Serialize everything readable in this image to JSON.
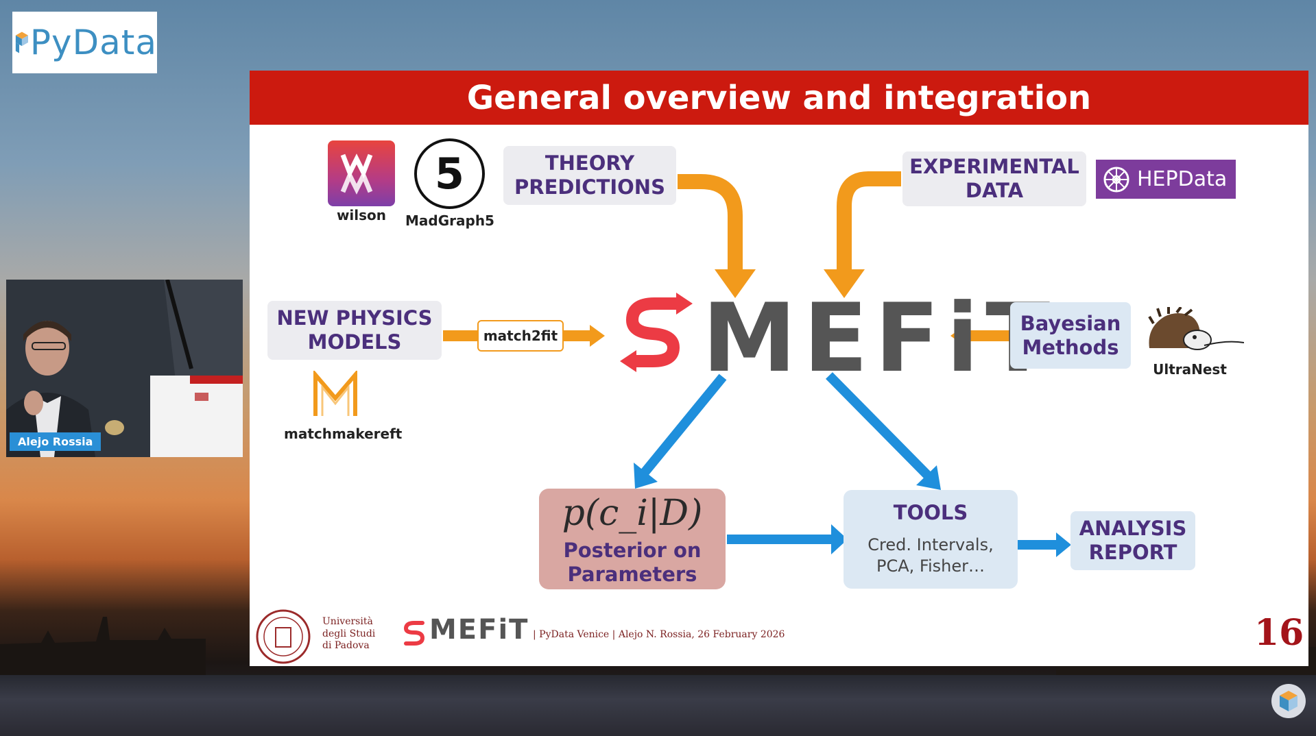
{
  "branding": {
    "pydata_logo_text": "PyData"
  },
  "webcam": {
    "speaker_name": "Alejo Rossia"
  },
  "slide": {
    "title": "General overview and integration",
    "boxes": {
      "theory_predictions": [
        "THEORY",
        "PREDICTIONS"
      ],
      "experimental_data": [
        "EXPERIMENTAL",
        "DATA"
      ],
      "new_physics_models": [
        "NEW PHYSICS",
        "MODELS"
      ],
      "bayesian_methods": [
        "Bayesian",
        "Methods"
      ],
      "posterior": {
        "formula": "p(c_i|D)",
        "label": [
          "Posterior on",
          "Parameters"
        ]
      },
      "tools": {
        "title": "TOOLS",
        "items": [
          "Cred. Intervals,",
          "PCA, Fisher…"
        ]
      },
      "analysis_report": [
        "ANALYSIS",
        "REPORT"
      ]
    },
    "connector_label": "match2fit",
    "center_logo_text": "MEFiT",
    "logos": {
      "wilson": "wilson",
      "madgraph": "MadGraph5",
      "madgraph_digit": "5",
      "hepdata": "HEPData",
      "ultranest": "UltraNest",
      "matchmakereft": "matchmakereft"
    },
    "footer": {
      "university": [
        "Università",
        "degli Studi",
        "di Padova"
      ],
      "mefit_small": "MEFiT",
      "event_line": "| PyData Venice | Alejo N. Rossia, 26 February 2026",
      "page_number": "16"
    }
  },
  "colors": {
    "header_red": "#cc1a0f",
    "arrow_orange": "#f29a1c",
    "arrow_blue": "#1f8fdc",
    "text_purple": "#4b2f7c",
    "hepdata_purple": "#7d3c9c"
  }
}
